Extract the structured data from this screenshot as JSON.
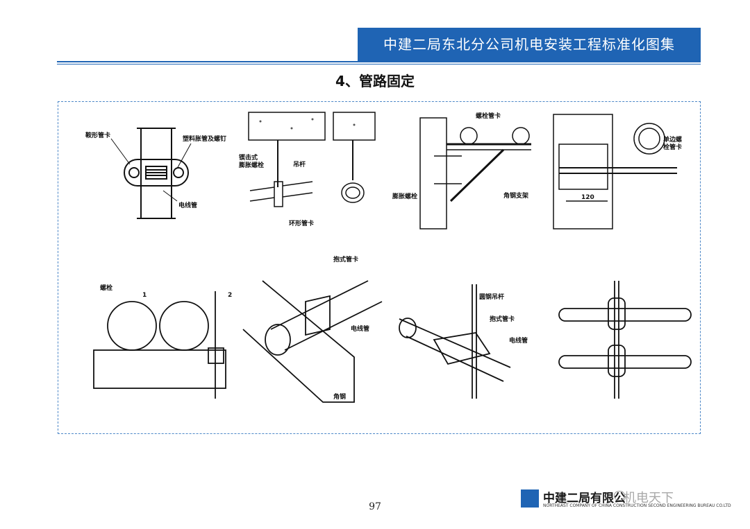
{
  "header": {
    "title": "中建二局东北分公司机电安装工程标准化图集"
  },
  "section": {
    "title": "4、管路固定"
  },
  "figures": {
    "fig1": {
      "saddle_clamp": "鞍形管卡",
      "plastic_anchor": "塑料胀管及螺钉",
      "conduit": "电线管"
    },
    "fig2": {
      "expansion_bolt": "锲击式\n膨胀螺栓",
      "hanger_rod": "吊杆",
      "ring_clamp": "环形管卡"
    },
    "fig3": {
      "bolt_clamp": "螺栓管卡",
      "expansion_bolt": "膨胀螺栓",
      "angle_bracket": "角钢支架"
    },
    "fig4": {
      "single_bolt_clamp": "单边螺\n栓管卡",
      "dimension": "120"
    },
    "fig5": {
      "bolt": "螺栓",
      "mark1": "1",
      "mark2": "2"
    },
    "fig6": {
      "hug_clamp": "抱式管卡",
      "conduit": "电线管",
      "angle_steel": "角钢"
    },
    "fig7": {
      "round_rod": "圆钢吊杆",
      "hug_clamp": "抱式管卡",
      "conduit": "电线管"
    }
  },
  "footer": {
    "page_number": "97",
    "company_cn": "中建二局有限公",
    "company_en": "NORTHEAST COMPANY OF CHINA CONSTRUCTION SECOND ENGINEERING BUREAU CO.LTD",
    "watermark": "机电天下"
  },
  "colors": {
    "brand_blue": "#1f64b4",
    "frame_dash": "#4b86c7"
  }
}
